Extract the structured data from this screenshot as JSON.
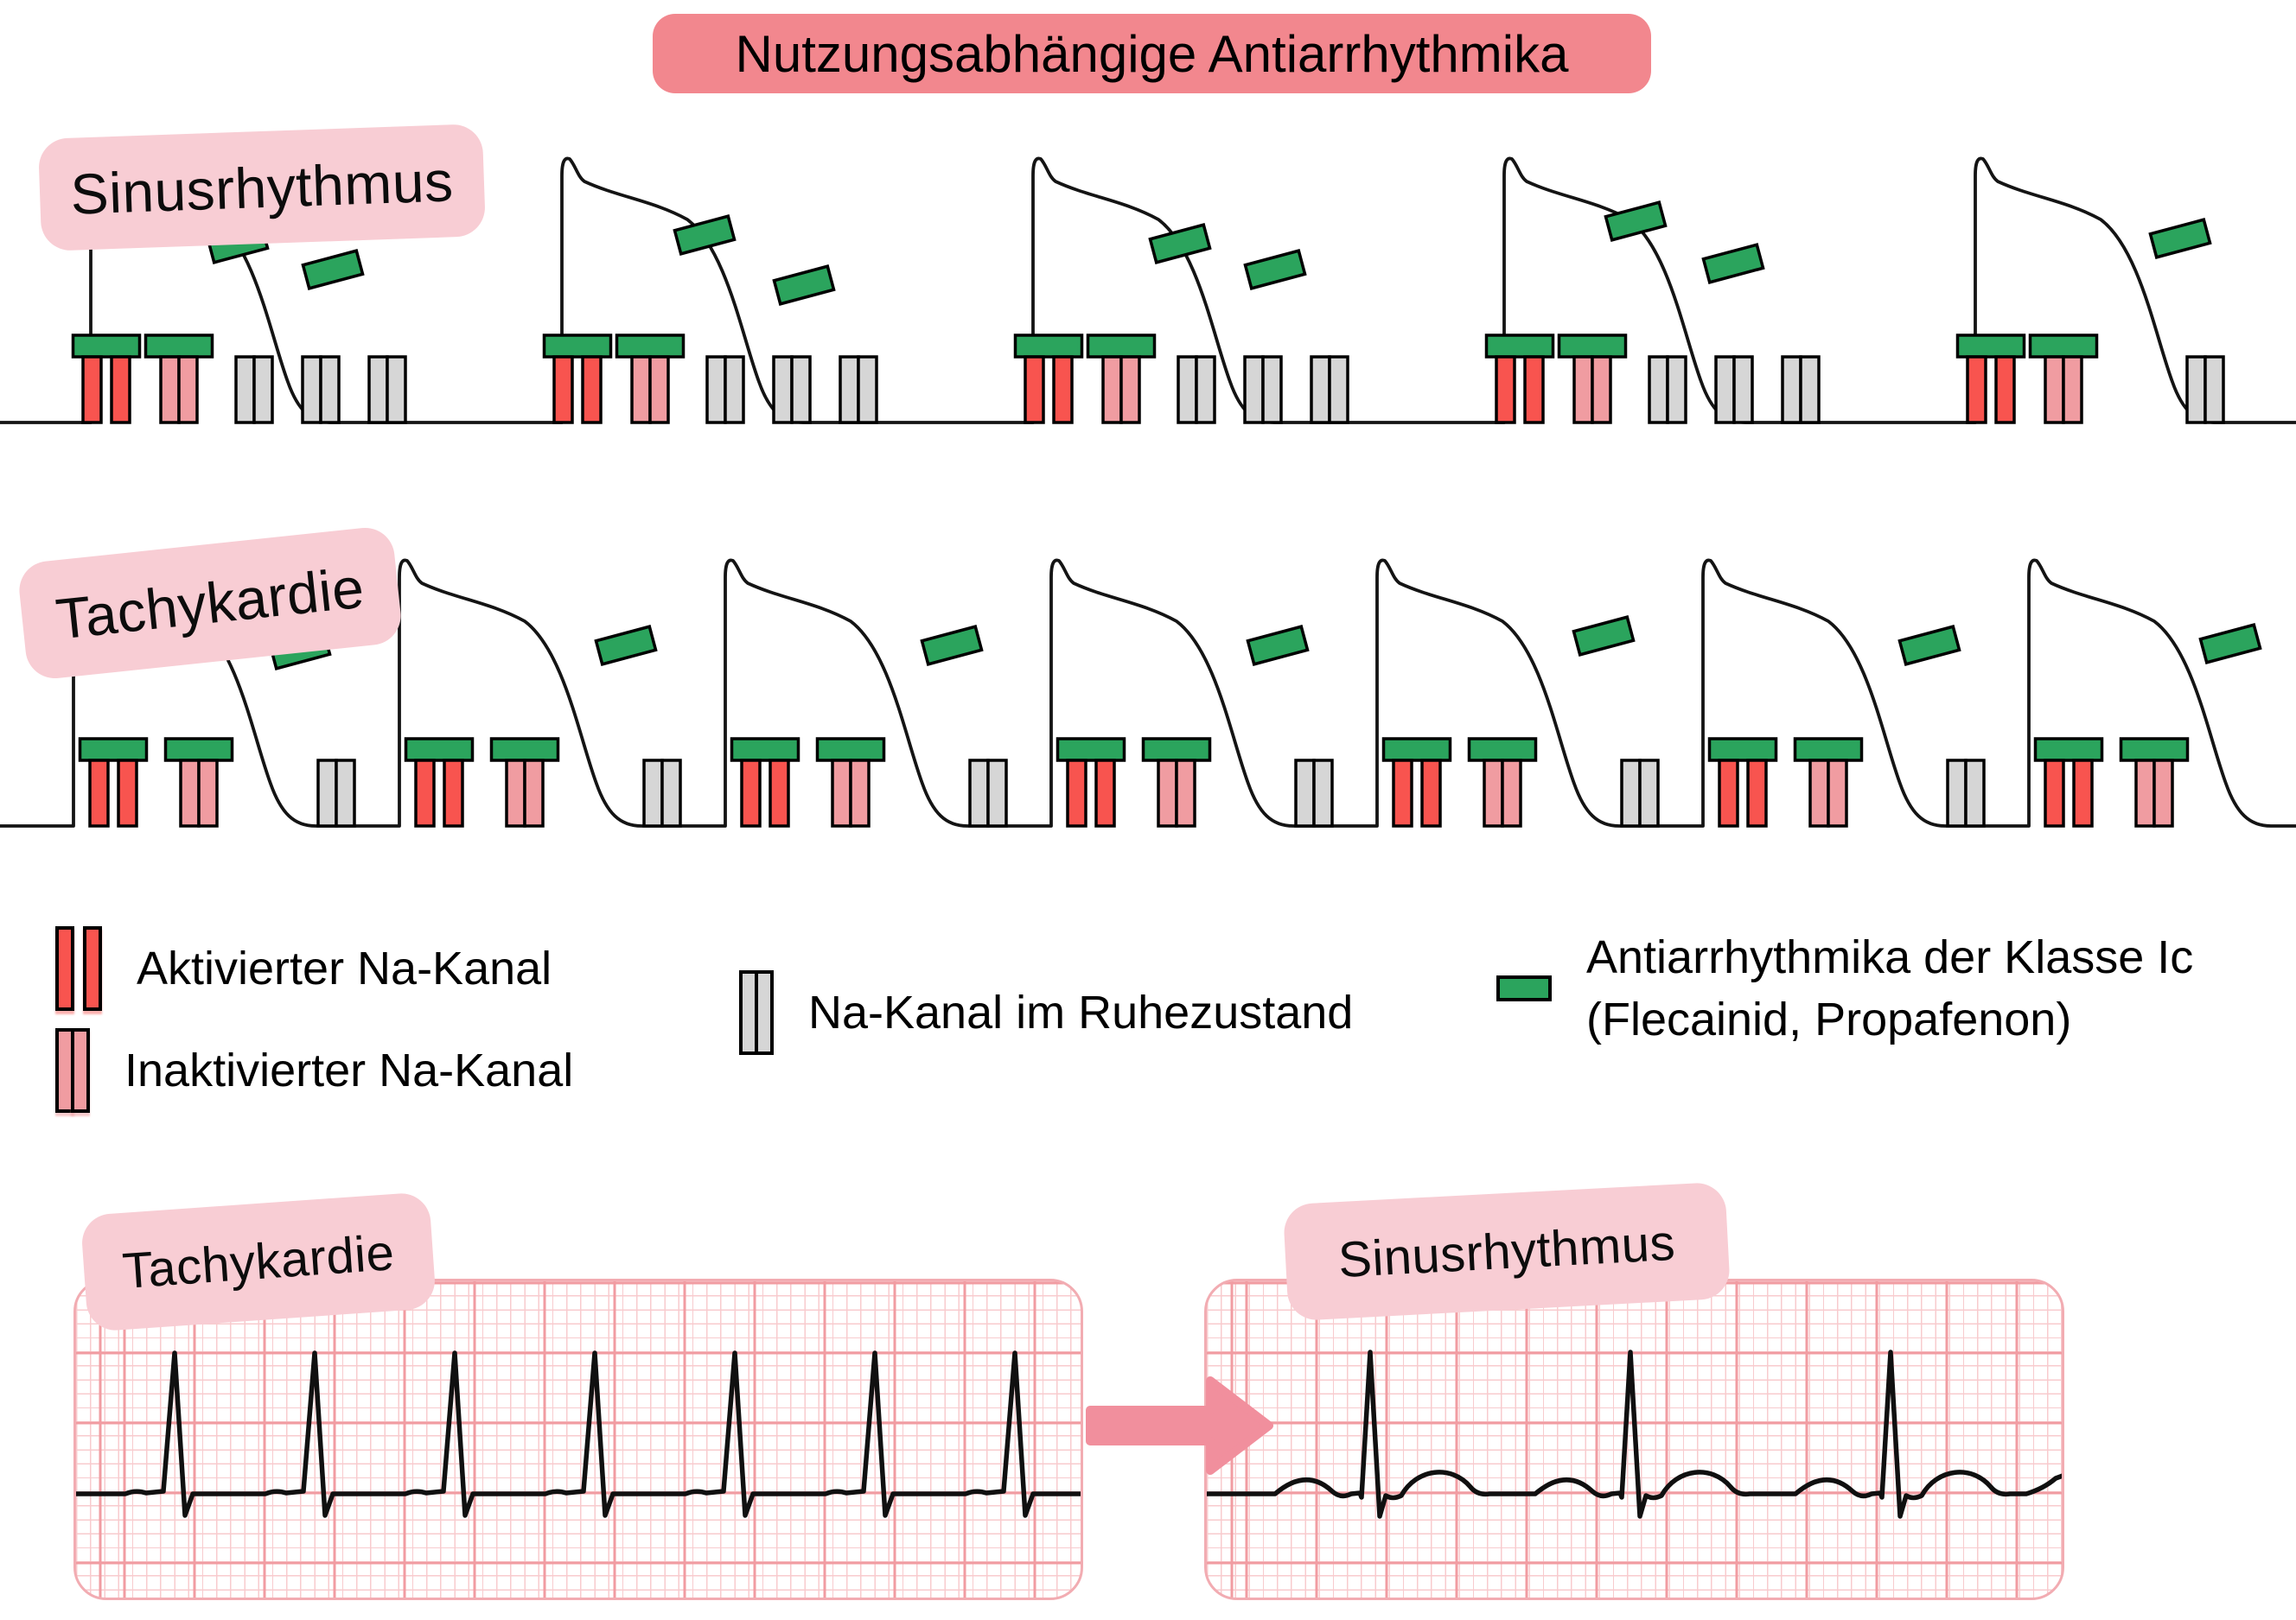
{
  "title": "Nutzungsabhängige Antiarrhythmika",
  "colors": {
    "title-badge": "#F2878E",
    "label-badge": "#F8CDD4",
    "activated": "#F8544F",
    "inactivated": "#F09CA1",
    "resting": "#D6D6D6",
    "drug": "#2BA45D",
    "outline": "#000000",
    "trace": "#101010",
    "grid-minor": "#F8CBCE",
    "grid-major": "#F19CA2",
    "strip-border": "#F2ACB2",
    "arrow": "#F18F9D"
  },
  "ap_rows": {
    "sinus": {
      "label": "Sinusrhythmus",
      "upstrokes": [
        105,
        650,
        1195,
        1740,
        2285
      ],
      "baseline": 489,
      "peak": 180,
      "activated_dx": 18,
      "inactivated_dx": 102,
      "resting_channels": [
        [
          294,
          371,
          448
        ],
        [
          839,
          916,
          993
        ],
        [
          1384,
          1461,
          1538
        ],
        [
          1929,
          2006,
          2083
        ],
        [
          2551
        ]
      ],
      "drug_molecules": [
        [
          275,
          282
        ],
        [
          385,
          312
        ],
        [
          815,
          272
        ],
        [
          930,
          330
        ],
        [
          1365,
          282
        ],
        [
          1475,
          312
        ],
        [
          1892,
          256
        ],
        [
          2005,
          305
        ],
        [
          2522,
          276
        ]
      ]
    },
    "tachy": {
      "label": "Tachykardie",
      "upstrokes": [
        85,
        462,
        839,
        1216,
        1593,
        1970,
        2347
      ],
      "baseline": 956,
      "peak": 645,
      "activated_dx": 46,
      "inactivated_dx": 145,
      "resting_channels": [
        [
          389
        ],
        [
          766
        ],
        [
          1143
        ],
        [
          1520
        ],
        [
          1897
        ],
        [
          2274
        ]
      ],
      "drug_molecules": [
        [
          347,
          752
        ],
        [
          724,
          747
        ],
        [
          1101,
          747
        ],
        [
          1478,
          747
        ],
        [
          1855,
          736
        ],
        [
          2232,
          747
        ],
        [
          2580,
          745
        ]
      ]
    }
  },
  "legend": [
    {
      "id": "activated",
      "label": "Aktivierter Na-Kanal"
    },
    {
      "id": "inactivated",
      "label": "Inaktivierter Na-Kanal"
    },
    {
      "id": "resting",
      "label": "Na-Kanal im Ruhezustand"
    },
    {
      "id": "drug",
      "label": "Antiarrhythmika der Klasse Ic (Flecainid, Propafenon)"
    }
  ],
  "ecg": {
    "tachy": {
      "label": "Tachykardie",
      "r_peaks": [
        202,
        364,
        526,
        688,
        850,
        1012,
        1174
      ]
    },
    "sinus": {
      "label": "Sinusrhythmus",
      "r_peaks": [
        1584,
        1885,
        2186
      ]
    }
  }
}
